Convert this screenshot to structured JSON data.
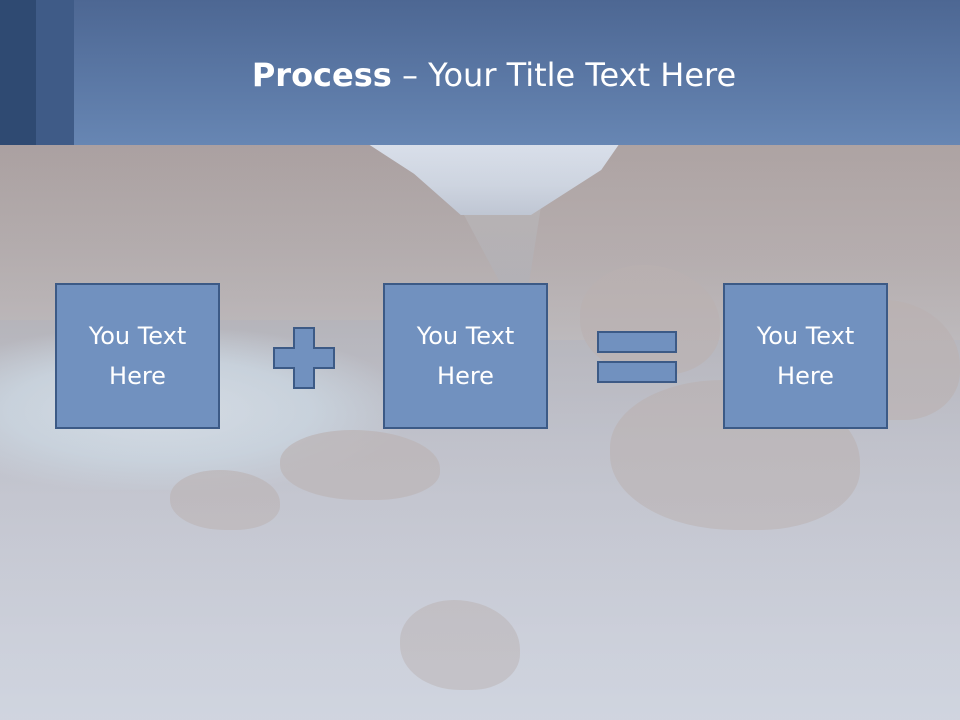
{
  "slide": {
    "title_bold": "Process",
    "title_rest": " – Your Title Text Here"
  },
  "process": {
    "box1": "You Text\nHere",
    "operator1_icon": "plus-icon",
    "box2": "You Text\nHere",
    "operator2_icon": "equals-icon",
    "box3": "You Text\nHere"
  },
  "colors": {
    "title_bar": "#5b78a5",
    "box_fill": "#7191bf",
    "box_border": "#3c5a86"
  }
}
